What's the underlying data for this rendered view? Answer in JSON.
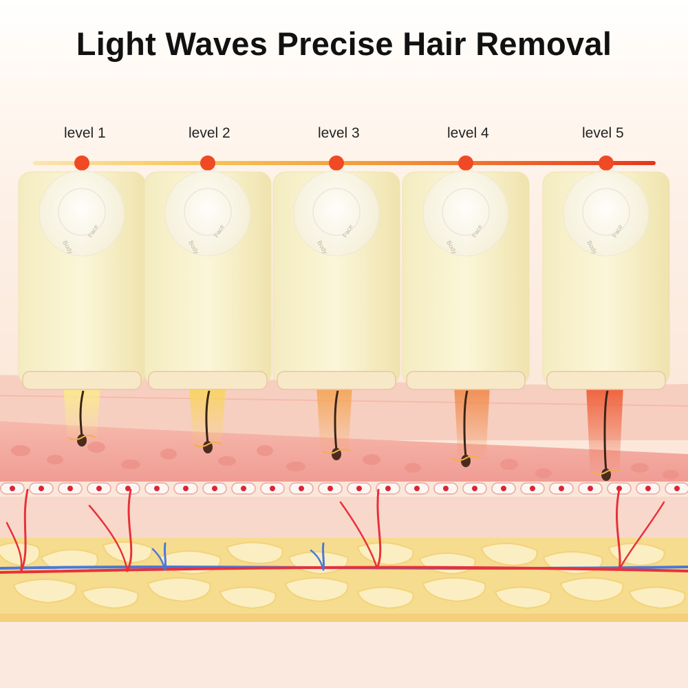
{
  "title": "Light Waves Precise Hair Removal",
  "levels": [
    {
      "label": "level 1"
    },
    {
      "label": "level 2"
    },
    {
      "label": "level 3"
    },
    {
      "label": "level 4"
    },
    {
      "label": "level 5"
    }
  ],
  "device_face": {
    "mode_left": "Body",
    "mode_right": "Face"
  },
  "colors": {
    "dot": "#ef4a25",
    "gradient_start": "#f4d384",
    "gradient_end": "#e8331d",
    "skin_dermis": "#f2a8a0",
    "fat": "#f8e7a8",
    "artery": "#e8303a",
    "vein": "#4a78d8"
  }
}
